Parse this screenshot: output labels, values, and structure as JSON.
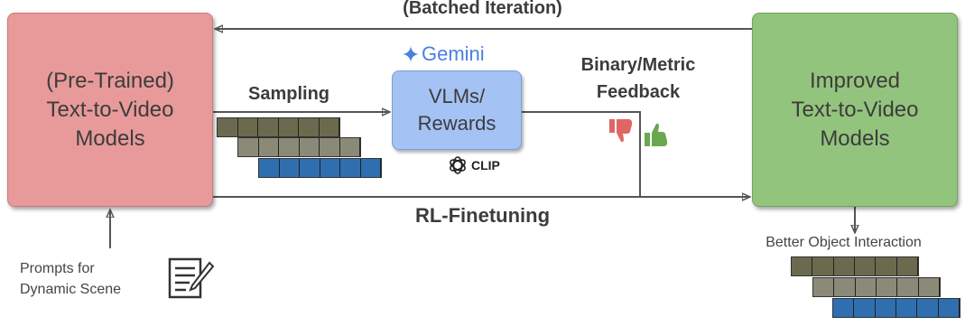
{
  "boxes": {
    "pretrained": "(Pre-Trained)\nText-to-Video\nModels",
    "vlm": "VLMs/\nRewards",
    "improved": "Improved\nText-to-Video\nModels"
  },
  "labels": {
    "batched": "(Batched Iteration)",
    "sampling": "Sampling",
    "feedback": "Binary/Metric\nFeedback",
    "rl_finetuning": "RL-Finetuning",
    "prompts": "Prompts for\nDynamic Scene",
    "better": "Better Object Interaction",
    "gemini": "Gemini",
    "clip": "CLIP"
  },
  "icons": [
    "gemini-star-icon",
    "openai-logo-icon",
    "thumbs-down-icon",
    "thumbs-up-icon",
    "document-pencil-icon"
  ],
  "colors": {
    "pretrained": "#e89a9a",
    "improved": "#93c47d",
    "vlm": "#a4c2f4",
    "thumbs_down": "#e06666",
    "thumbs_up": "#6aa84f",
    "gemini": "#4a7fe0"
  }
}
